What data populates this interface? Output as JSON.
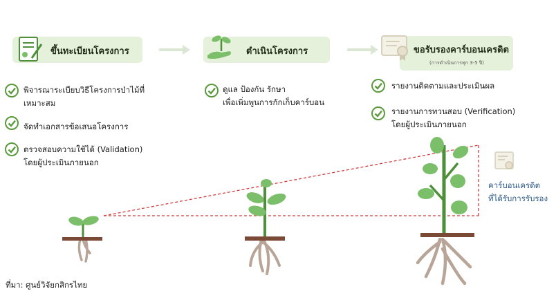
{
  "steps": [
    {
      "title": "ขึ้นทะเบียนโครงการ",
      "icon": "document-pen-icon",
      "items": [
        {
          "lines": [
            "พิจารณาระเบียบวิธีโครงการป่าไม้ที่",
            "เหมาะสม"
          ]
        },
        {
          "lines": [
            "จัดทำเอกสารข้อเสนอโครงการ"
          ]
        },
        {
          "lines": [
            "ตรวจสอบความใช้ได้ (Validation)",
            "โดยผู้ประเมินภายนอก"
          ]
        }
      ]
    },
    {
      "title": "ดำเนินโครงการ",
      "icon": "hand-seedling-icon",
      "items": [
        {
          "lines": [
            "ดูแล ป้องกัน รักษา",
            "เพื่อเพิ่มพูนการกักเก็บคาร์บอน"
          ]
        }
      ]
    },
    {
      "title": "ขอรับรองคาร์บอนเครดิต",
      "subtitle": "(การดำเนินการทุก 3-5 ปี)",
      "icon": "certificate-icon",
      "items": [
        {
          "lines": [
            "รายงานติดตามและประเมินผล"
          ]
        },
        {
          "lines": [
            "รายงานการทวนสอบ (Verification)",
            "โดยผู้ประเมินภายนอก"
          ]
        }
      ]
    }
  ],
  "carbon_label": [
    "คาร์บอนเครดิต",
    "ที่ได้รับการรับรอง"
  ],
  "source": "ที่มา: ศูนย์วิจัยกสิกรไทย",
  "colors": {
    "pill": "#e6f1dc",
    "check": "#5a9a3c",
    "leaf": "#7cbf6a",
    "stem": "#4e8f3a",
    "soil": "#7a4a36",
    "root": "#b8a598",
    "dash": "#d23a3a"
  }
}
